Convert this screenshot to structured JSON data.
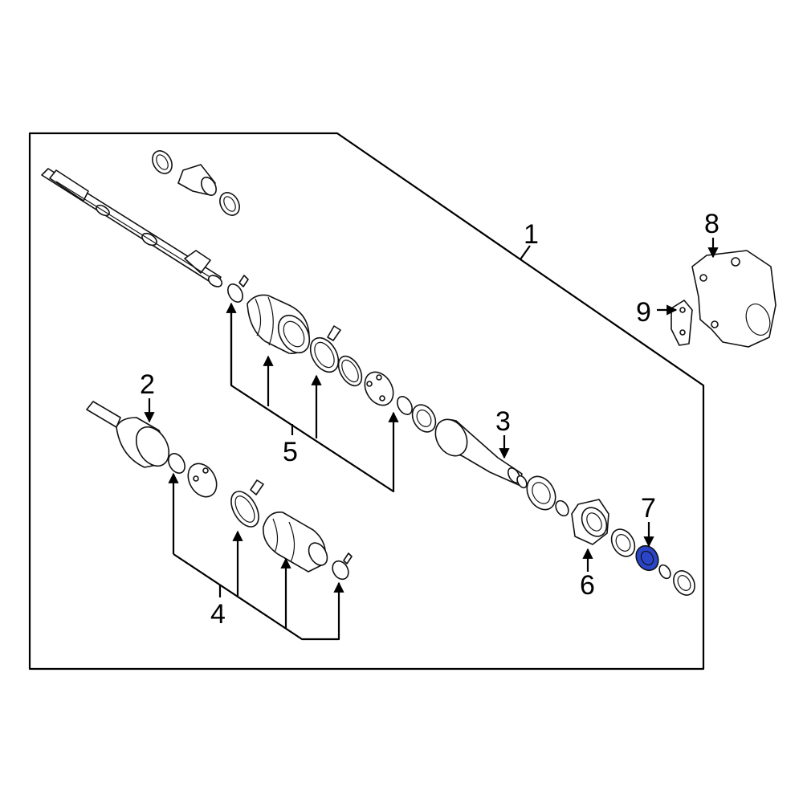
{
  "callouts": [
    {
      "id": "1",
      "label": "1"
    },
    {
      "id": "2",
      "label": "2"
    },
    {
      "id": "3",
      "label": "3"
    },
    {
      "id": "4",
      "label": "4"
    },
    {
      "id": "5",
      "label": "5"
    },
    {
      "id": "6",
      "label": "6"
    },
    {
      "id": "7",
      "label": "7"
    },
    {
      "id": "8",
      "label": "8"
    },
    {
      "id": "9",
      "label": "9"
    }
  ],
  "highlight": {
    "part": "7",
    "color": "#2a45c8"
  },
  "line_color": "#000000"
}
